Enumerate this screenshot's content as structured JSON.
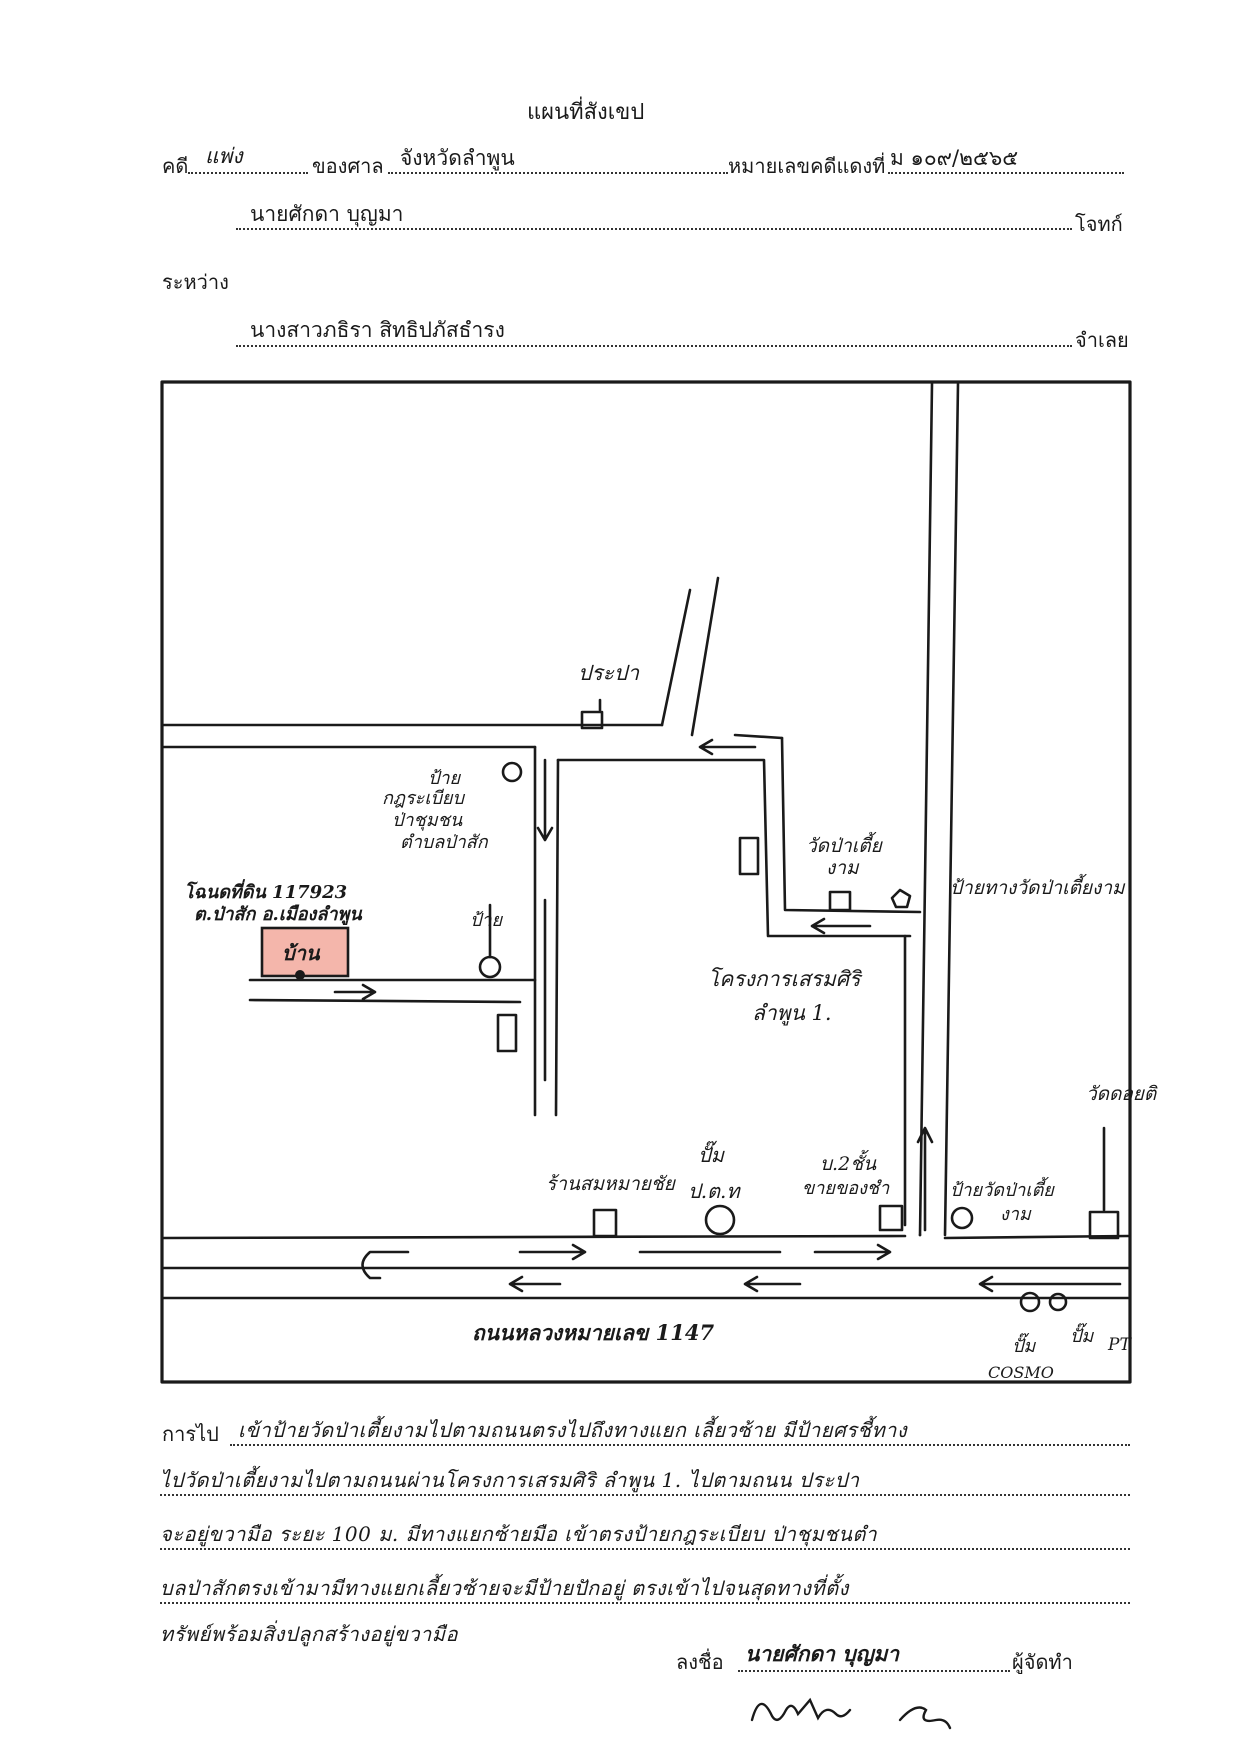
{
  "header": {
    "title": "แผนที่สังเขป",
    "case_label": "คดี",
    "case_type": "แพ่ง",
    "court_label": "ของศาล",
    "court": "จังหวัดลำพูน",
    "case_no_label": "หมายเลขคดีแดงที่",
    "case_no": "ม ๑๐๙/๒๕๖๕",
    "plaintiff": "นายศักดา บุญมา",
    "plaintiff_role": "โจทก์",
    "between_label": "ระหว่าง",
    "defendant": "นางสาวภธิรา สิทธิปภัสธำรง",
    "defendant_role": "จำเลย"
  },
  "map": {
    "labels": {
      "pracha": "ประปา",
      "sign_prefix": "ป้าย",
      "sign_text_1": "กฎระเบียบ",
      "sign_text_2": "ป่าชุมชน",
      "sign_text_3": "ตำบลป่าสัก",
      "deed_1": "โฉนดที่ดิน 117923",
      "deed_2": "ต.ป่าสัก อ.เมืองลำพูน",
      "house": "บ้าน",
      "sign_small": "ป้าย",
      "temple_1": "วัดป่าเตี้ย",
      "temple_2": "งาม",
      "temple_sign": "ป้ายทางวัดป่าเตี้ยงาม",
      "project_1": "โครงการเสรมศิริ",
      "project_2": "ลำพูน 1.",
      "doi_ti": "วัดดอยติ",
      "shop": "ร้านสมหมายชัย",
      "pump_1": "ปั๊ม",
      "pump_2": "ป.ต.ท",
      "building_1": "บ.2ชั้น",
      "building_2": "ขายของชำ",
      "temple_sign2_1": "ป้ายวัดป่าเตี้ย",
      "temple_sign2_2": "งาม",
      "highway": "ถนนหลวงหมายเลข 1147",
      "pump_cosmo_1": "ปั๊ม",
      "pump_cosmo_2": "COSMO",
      "pump_pt_1": "ปั๊ม",
      "pump_pt_2": "PT"
    }
  },
  "directions": {
    "label": "การไป",
    "lines": [
      "เข้าป้ายวัดป่าเตี้ยงามไปตามถนนตรงไปถึงทางแยก เลี้ยวซ้าย มีป้ายศรชี้ทาง",
      "ไปวัดป่าเตี้ยงามไปตามถนนผ่านโครงการเสรมศิริ ลำพูน 1. ไปตามถนน ประปา",
      "จะอยู่ขวามือ ระยะ 100 ม. มีทางแยกซ้ายมือ เข้าตรงป้ายกฎระเบียบ ป่าชุมชนตำ",
      "บลป่าสักตรงเข้ามามีทางแยกเลี้ยวซ้ายจะมีป้ายปักอยู่ ตรงเข้าไปจนสุดทางที่ตั้ง",
      "ทรัพย์พร้อมสิ่งปลูกสร้างอยู่ขวามือ"
    ]
  },
  "signature": {
    "label": "ลงชื่อ",
    "name": "นายศักดา บุญมา",
    "role": "ผู้จัดทำ"
  },
  "colors": {
    "ink": "#1a1a1a",
    "house_fill": "#f4b6ab"
  }
}
